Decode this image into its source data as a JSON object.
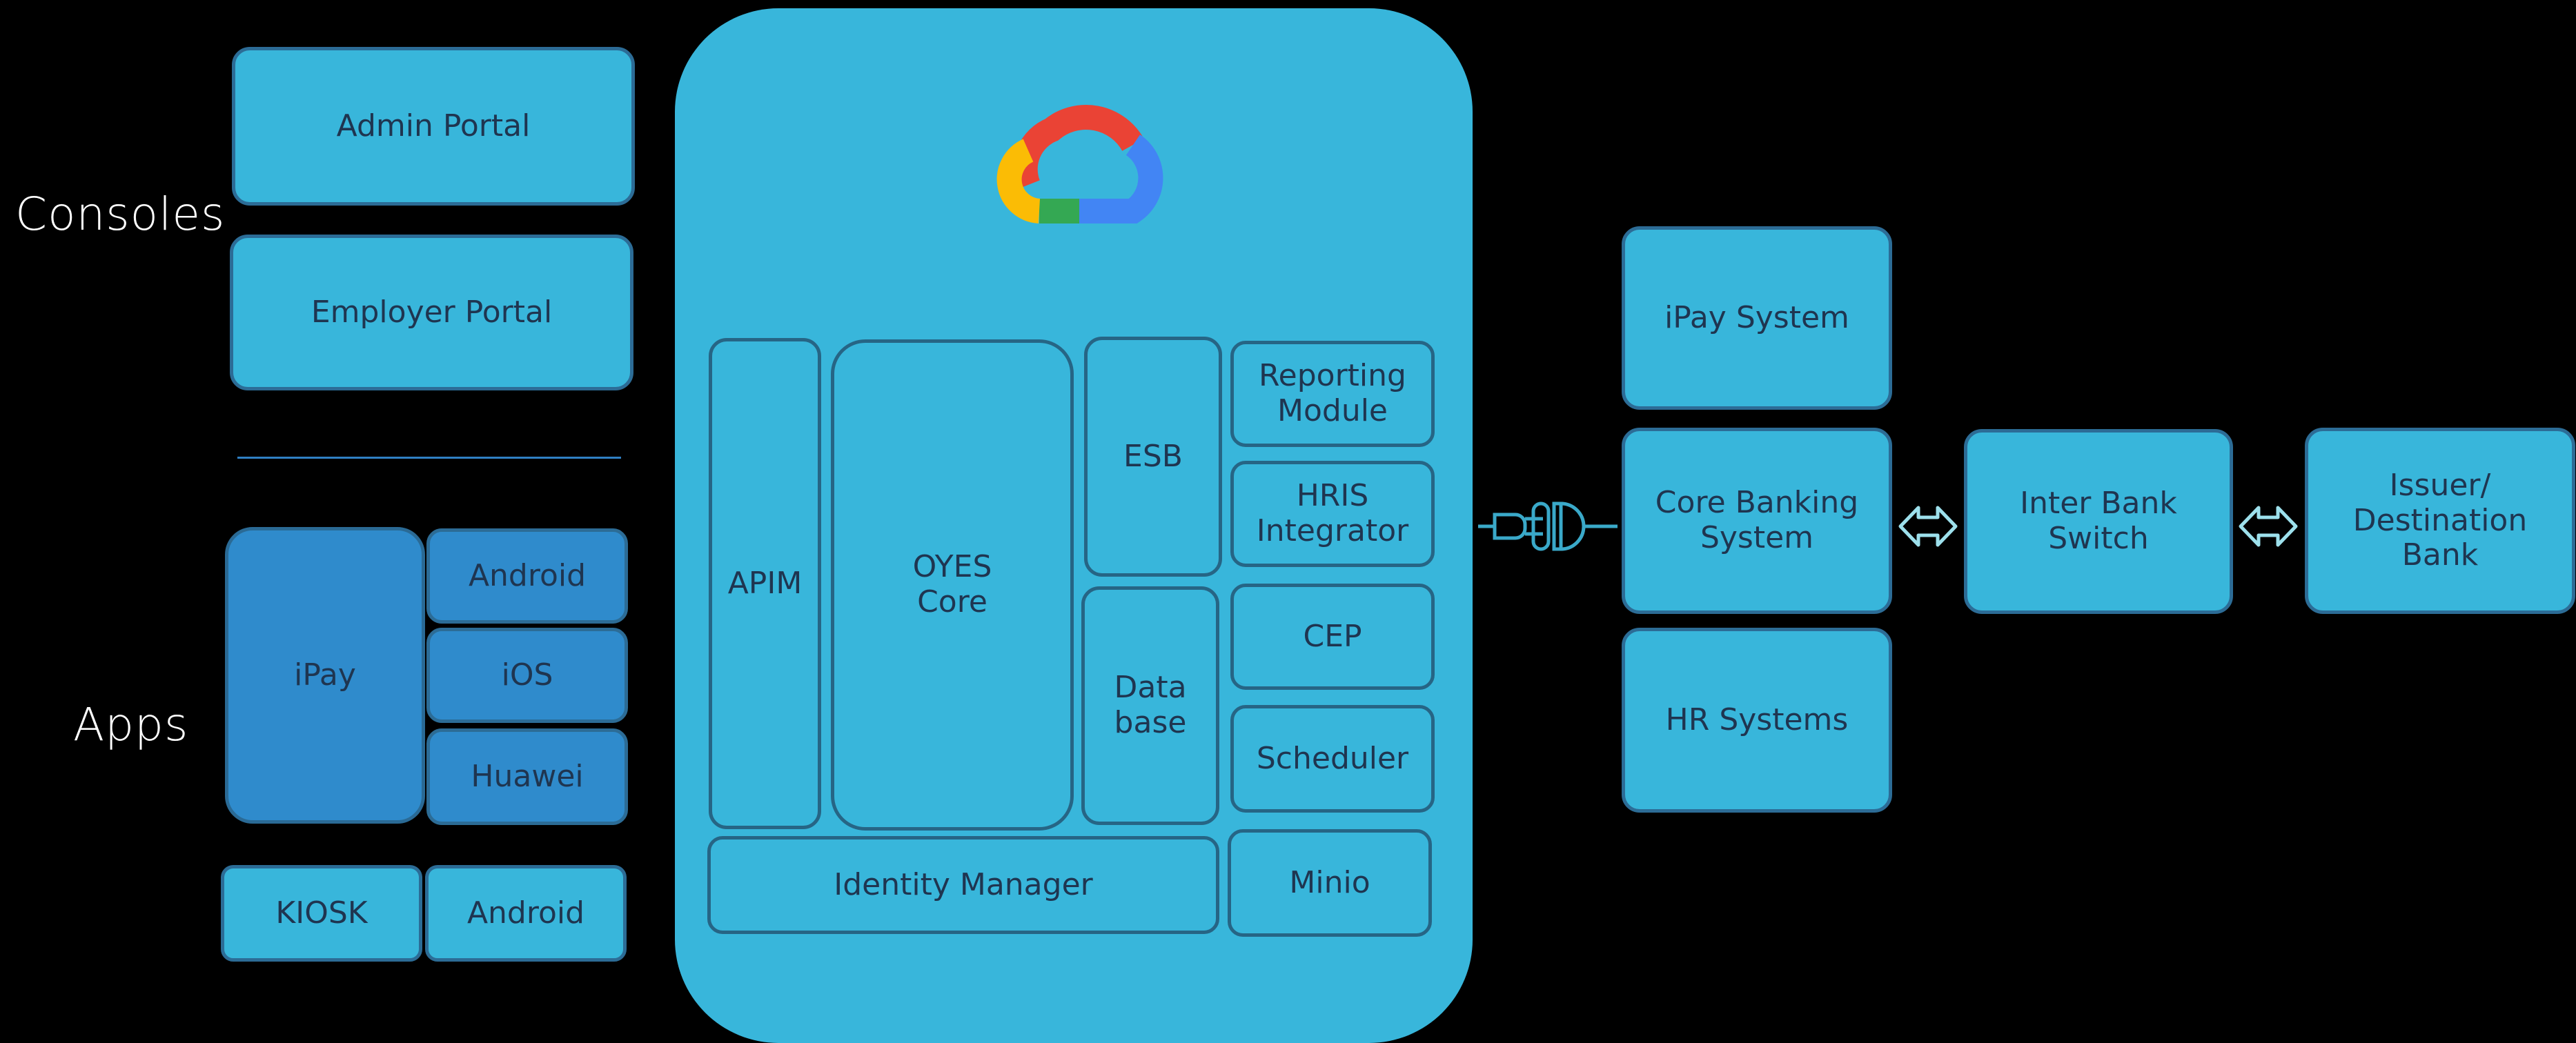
{
  "labels": {
    "consoles": "Consoles",
    "apps": "Apps"
  },
  "consoles": {
    "admin_portal": "Admin Portal",
    "employer_portal": "Employer Portal"
  },
  "apps": {
    "ipay": "iPay",
    "android": "Android",
    "ios": "iOS",
    "huawei": "Huawei",
    "kiosk": "KIOSK",
    "kiosk_android": "Android"
  },
  "cloud": {
    "logo": "google-cloud-logo",
    "apim": "APIM",
    "oyes_core": "OYES\nCore",
    "esb": "ESB",
    "database": "Data\nbase",
    "reporting_module": "Reporting\nModule",
    "hris_integrator": "HRIS\nIntegrator",
    "cep": "CEP",
    "scheduler": "Scheduler",
    "identity_manager": "Identity Manager",
    "minio": "Minio"
  },
  "external": {
    "ipay_system": "iPay System",
    "core_banking_system": "Core Banking\nSystem",
    "hr_systems": "HR Systems",
    "inter_bank_switch": "Inter Bank\nSwitch",
    "issuer_destination_bank": "Issuer/\nDestination\nBank"
  },
  "icons": {
    "connector": "plug-socket-icon",
    "arrow": "double-arrow-icon"
  },
  "colors": {
    "background": "#000000",
    "box_fill": "#38b6db",
    "box_border": "#2c6c96",
    "app_fill": "#2f8bcc",
    "divider": "#2f7fc3",
    "arrow": "#9de0ec"
  }
}
